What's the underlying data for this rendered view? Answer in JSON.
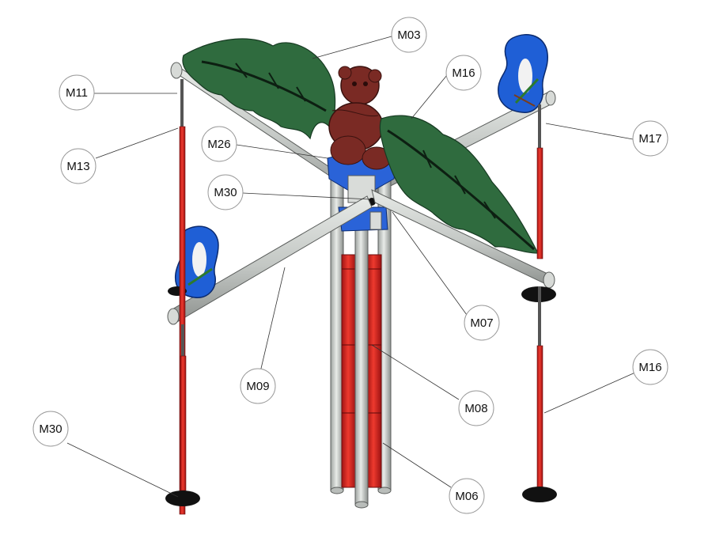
{
  "labels": [
    {
      "id": "M03",
      "text": "M03"
    },
    {
      "id": "M16a",
      "text": "M16"
    },
    {
      "id": "M11",
      "text": "M11"
    },
    {
      "id": "M17",
      "text": "M17"
    },
    {
      "id": "M13",
      "text": "M13"
    },
    {
      "id": "M26",
      "text": "M26"
    },
    {
      "id": "M30a",
      "text": "M30"
    },
    {
      "id": "M07",
      "text": "M07"
    },
    {
      "id": "M09",
      "text": "M09"
    },
    {
      "id": "M16b",
      "text": "M16"
    },
    {
      "id": "M08",
      "text": "M08"
    },
    {
      "id": "M30b",
      "text": "M30"
    },
    {
      "id": "M06",
      "text": "M06"
    }
  ],
  "colors": {
    "leaf": "#2f6b3e",
    "leaf_dark": "#173a22",
    "monkey": "#7a2a24",
    "panel_blue": "#1f5fd6",
    "rope_red": "#d21d1d",
    "pipe": "#c9cdc9",
    "base_black": "#111111",
    "bracket_blue": "#2a63d8"
  }
}
